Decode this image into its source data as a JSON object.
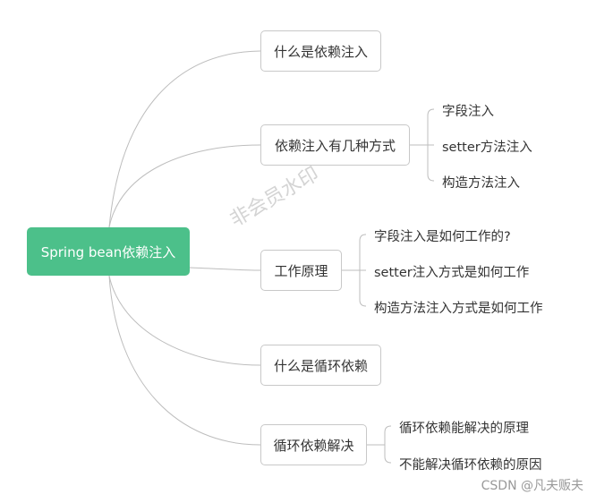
{
  "root": {
    "label": "Spring bean依赖注入"
  },
  "branches": [
    {
      "label": "什么是依赖注入",
      "children": []
    },
    {
      "label": "依赖注入有几种方式",
      "children": [
        "字段注入",
        "setter方法注入",
        "构造方法注入"
      ]
    },
    {
      "label": "工作原理",
      "children": [
        "字段注入是如何工作的?",
        "setter注入方式是如何工作",
        "构造方法注入方式是如何工作"
      ]
    },
    {
      "label": "什么是循环依赖",
      "children": []
    },
    {
      "label": "循环依赖解决",
      "children": [
        "循环依赖能解决的原理",
        "不能解决循环依赖的原因"
      ]
    }
  ],
  "watermark": "非会员水印",
  "credit": "CSDN @凡夫贩夫",
  "colors": {
    "root_fill": "#4cc08a",
    "line": "#bdbdbd",
    "node_border": "#c8c8c8"
  }
}
